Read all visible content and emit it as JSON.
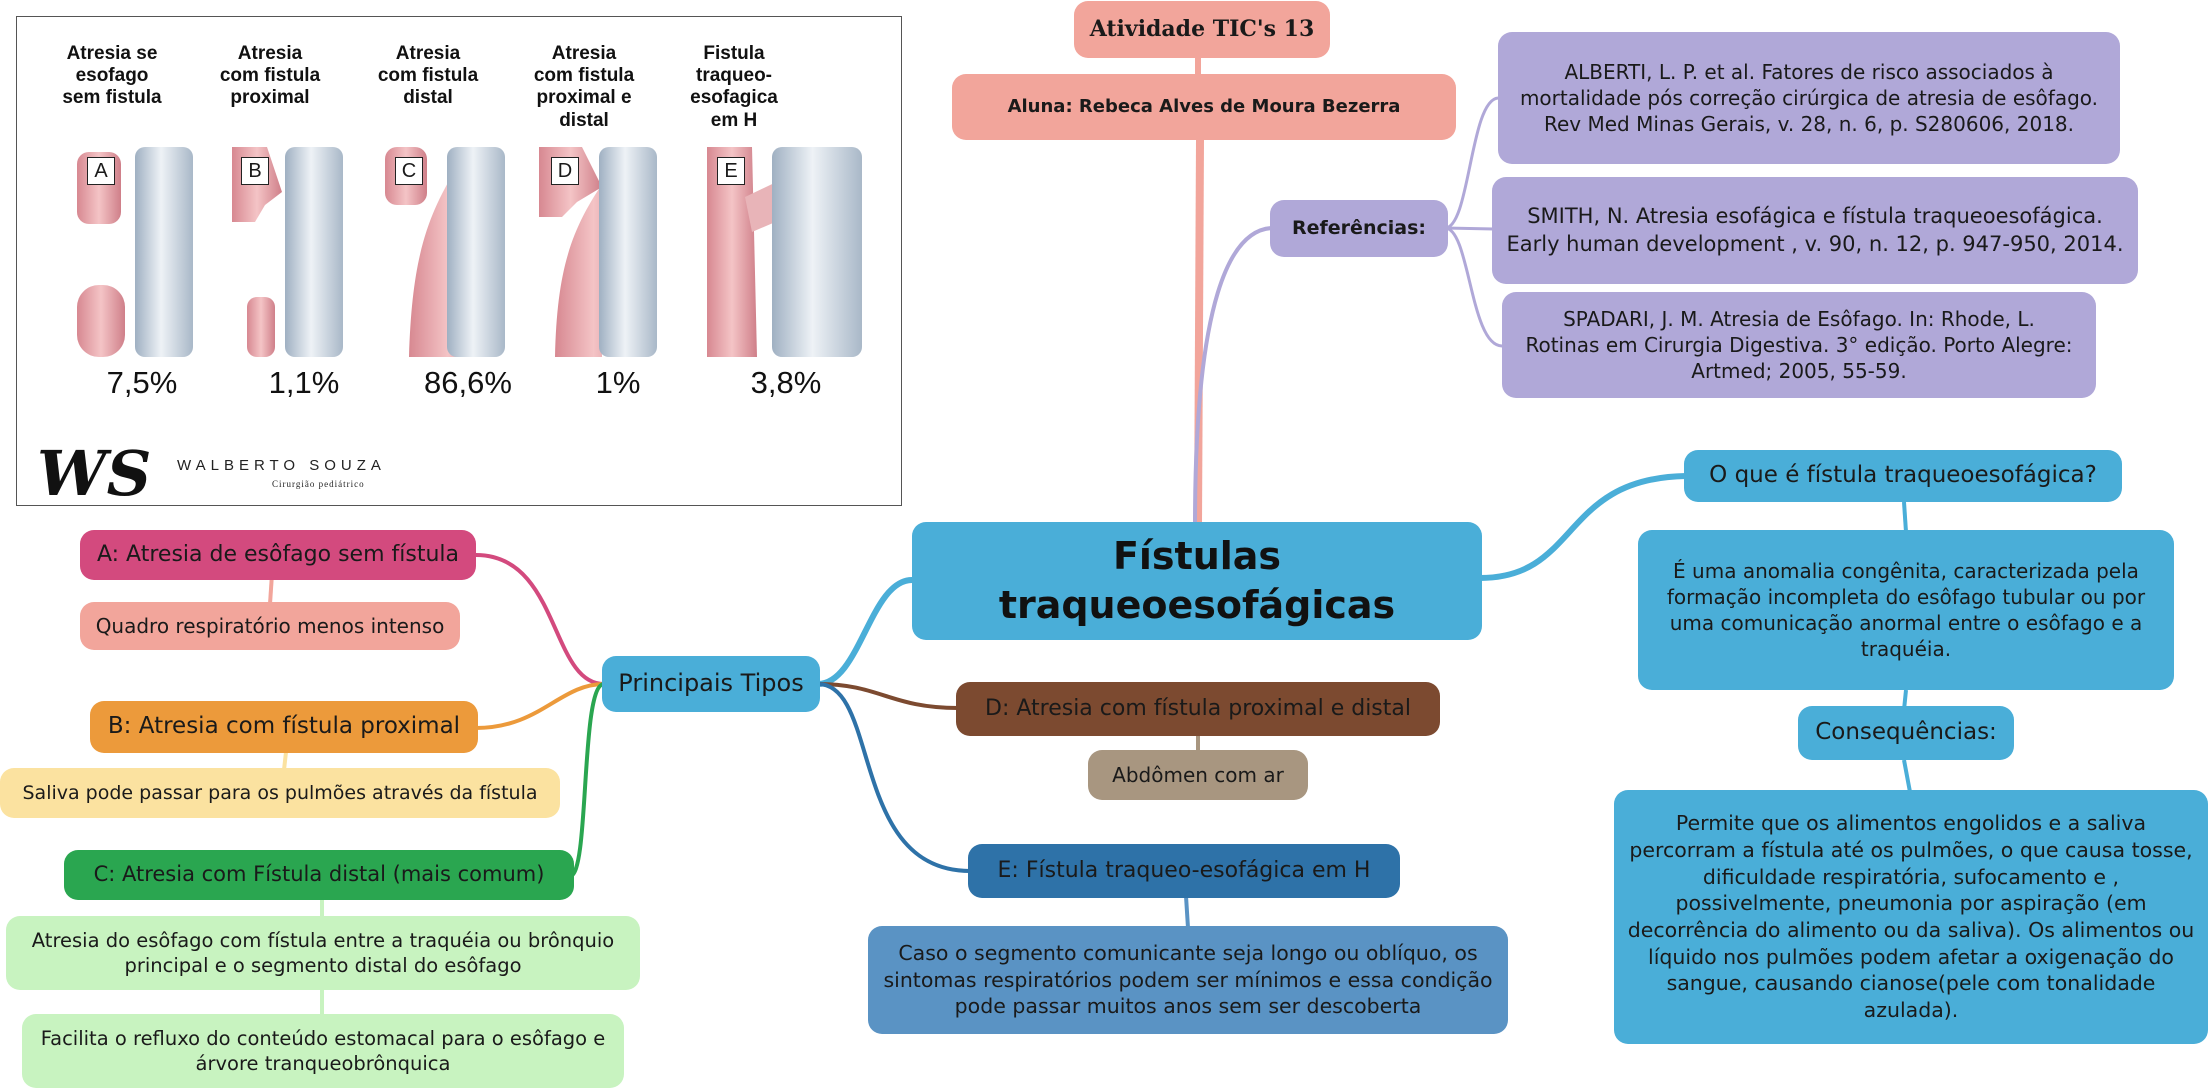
{
  "figure": {
    "columns": [
      {
        "letter": "A",
        "title": "Atresia se\nesofago\nsem fistula",
        "pct": "7,5%"
      },
      {
        "letter": "B",
        "title": "Atresia\ncom fistula\nproximal",
        "pct": "1,1%"
      },
      {
        "letter": "C",
        "title": "Atresia\ncom fistula\ndistal",
        "pct": "86,6%"
      },
      {
        "letter": "D",
        "title": "Atresia\ncom fistula\nproximal e\ndistal",
        "pct": "1%"
      },
      {
        "letter": "E",
        "title": "Fistula\ntraqueo-\nesofagica\nem H",
        "pct": "3,8%"
      }
    ],
    "logo": {
      "mark": "WS",
      "name": "WALBERTO SOUZA",
      "subtitle": "Cirurgião pediátrico"
    }
  },
  "center": {
    "title": "Fístulas traqueoesofágicas"
  },
  "activity": {
    "title": "Atividade TIC's 13",
    "student": "Aluna: Rebeca Alves de Moura Bezerra"
  },
  "references": {
    "label": "Referências:",
    "items": [
      "ALBERTI, L. P. et al. Fatores de risco associados à mortalidade pós correção cirúrgica de atresia de esôfago. Rev Med Minas Gerais, v. 28, n. 6, p. S280606, 2018.",
      "SMITH, N. Atresia esofágica e fístula traqueoesofágica. Early human development , v. 90, n. 12, p. 947-950, 2014.",
      "SPADARI, J. M. Atresia de Esôfago. In: Rhode, L. Rotinas em Cirurgia Digestiva. 3° edição. Porto Alegre: Artmed; 2005, 55-59."
    ]
  },
  "what_is": {
    "question": "O que é fístula traqueoesofágica?",
    "answer": "É uma anomalia congênita, caracterizada pela formação incompleta do esôfago tubular ou por uma comunicação anormal entre o esôfago e a traquéia."
  },
  "consequences": {
    "label": "Consequências:",
    "text": "Permite que os alimentos engolidos e a saliva percorram a fístula até os pulmões, o que causa tosse, dificuldade respiratória, sufocamento e , possivelmente, pneumonia por aspiração (em decorrência do alimento ou da saliva). Os alimentos ou líquido nos pulmões podem afetar a oxigenação do sangue, causando cianose(pele com tonalidade azulada)."
  },
  "types": {
    "label": "Principais Tipos",
    "a": {
      "title": "A: Atresia de esôfago sem fístula",
      "note": "Quadro respiratório menos intenso"
    },
    "b": {
      "title": "B: Atresia com fístula proximal",
      "note": "Saliva pode passar para os pulmões através da fístula"
    },
    "c": {
      "title": "C: Atresia com Fístula distal (mais comum)",
      "note1": "Atresia do esôfago com fístula entre a traquéia ou brônquio principal e o segmento distal do esôfago",
      "note2": "Facilita o refluxo do conteúdo estomacal para o esôfago e árvore tranqueobrônquica"
    },
    "d": {
      "title": "D: Atresia com fístula proximal e distal",
      "note": "Abdômen com ar"
    },
    "e": {
      "title": "E: Fístula traqueo-esofágica em H",
      "note": "Caso o segmento comunicante seja longo ou oblíquo, os sintomas respiratórios podem ser mínimos e essa condição pode passar muitos anos sem ser descoberta"
    }
  },
  "colors": {
    "blue": "#4aaed8",
    "salmon": "#f2a59b",
    "lavender": "#b0a8d8",
    "magenta": "#d34a7e",
    "orange": "#ec9a3b",
    "green": "#2aa650",
    "brown": "#7c4a30",
    "darkblue": "#2e72a8"
  }
}
